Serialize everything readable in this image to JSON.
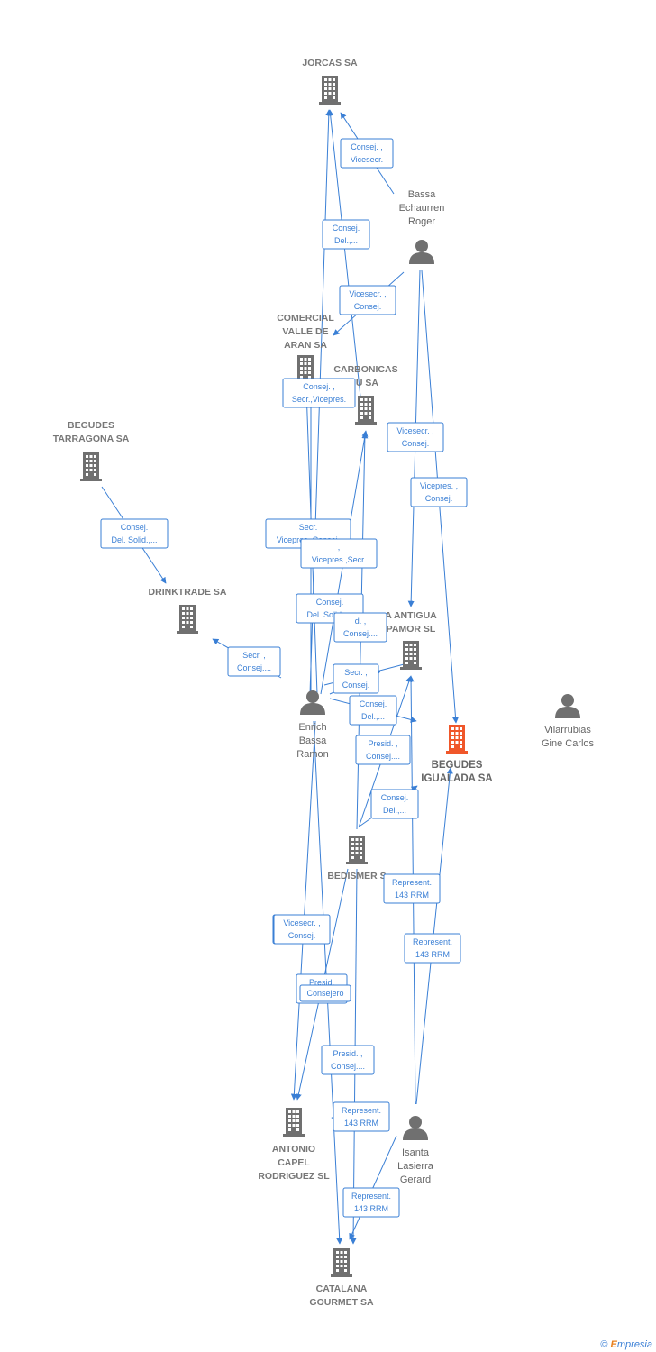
{
  "colors": {
    "company": "#707070",
    "main_company": "#f0572a",
    "person": "#707070",
    "edge": "#3a7fd5",
    "label": "#666666"
  },
  "nodes": [
    {
      "id": "jorcas",
      "type": "company",
      "label": [
        "JORCAS SA"
      ],
      "icon": "building-icon"
    },
    {
      "id": "comercial",
      "type": "company",
      "label": [
        "COMERCIAL",
        "VALLE DE",
        "ARAN SA"
      ],
      "icon": "building-icon"
    },
    {
      "id": "carbonicas",
      "type": "company",
      "label": [
        "CARBONICAS",
        "IU SA"
      ],
      "icon": "building-icon"
    },
    {
      "id": "tarragona",
      "type": "company",
      "label": [
        "BEGUDES",
        "TARRAGONA SA"
      ],
      "icon": "building-icon"
    },
    {
      "id": "drinktrade",
      "type": "company",
      "label": [
        "DRINKTRADE SA"
      ],
      "icon": "building-icon"
    },
    {
      "id": "antigua",
      "type": "company",
      "label": [
        "A ANTIGUA",
        "PAMOR SL"
      ],
      "icon": "building-icon"
    },
    {
      "id": "igualada",
      "type": "main-company",
      "label": [
        "BEGUDES",
        "IGUALADA SA"
      ],
      "icon": "building-icon"
    },
    {
      "id": "bedismer",
      "type": "company",
      "label": [
        "BEDISMER S"
      ],
      "icon": "building-icon"
    },
    {
      "id": "antonio",
      "type": "company",
      "label": [
        "ANTONIO",
        "CAPEL",
        "RODRIGUEZ SL"
      ],
      "icon": "building-icon"
    },
    {
      "id": "catalana",
      "type": "company",
      "label": [
        "CATALANA",
        "GOURMET SA"
      ],
      "icon": "building-icon"
    },
    {
      "id": "bassa",
      "type": "person",
      "label": [
        "Bassa",
        "Echaurren",
        "Roger"
      ],
      "icon": "person-icon"
    },
    {
      "id": "enrich",
      "type": "person",
      "label": [
        "Enrich",
        "Bassa",
        "Ramon"
      ],
      "icon": "person-icon"
    },
    {
      "id": "vilarrubias",
      "type": "person",
      "label": [
        "Vilarrubias",
        "Gine Carlos"
      ],
      "icon": "person-icon"
    },
    {
      "id": "isanta",
      "type": "person",
      "label": [
        "Isanta",
        "Lasierra",
        "Gerard"
      ],
      "icon": "person-icon"
    }
  ],
  "edges": [
    {
      "id": "e1",
      "label": [
        "Consej. ,",
        "Vicesecr."
      ]
    },
    {
      "id": "e2",
      "label": [
        "Consej.",
        "Del.,..."
      ]
    },
    {
      "id": "e3",
      "label": [
        "Vicesecr. ,",
        "Consej."
      ]
    },
    {
      "id": "e4",
      "label": [
        "Consej. ,",
        "Secr.,Vicepres."
      ]
    },
    {
      "id": "e5",
      "label": [
        "Vicesecr. ,",
        "Consej."
      ]
    },
    {
      "id": "e6",
      "label": [
        "Vicepres. ,",
        "Consej."
      ]
    },
    {
      "id": "e7",
      "label": [
        "Consej.",
        "Del. Solid.,..."
      ]
    },
    {
      "id": "e8",
      "label": [
        "Secr.",
        "Vicepres.,Consej."
      ]
    },
    {
      "id": "e9",
      "label": [
        ",",
        "Vicepres.,Secr."
      ]
    },
    {
      "id": "e10",
      "label": [
        "Consej.",
        "Del. Solid.,..."
      ]
    },
    {
      "id": "e11",
      "label": [
        "d. ,",
        "Consej...."
      ]
    },
    {
      "id": "e12",
      "label": [
        "Secr. ,",
        "Consej...."
      ]
    },
    {
      "id": "e13",
      "label": [
        "Secr. ,",
        "Consej."
      ]
    },
    {
      "id": "e14",
      "label": [
        "Vicesecr. ,",
        "Consej."
      ]
    },
    {
      "id": "e15",
      "label": [
        "Consej.",
        "Del.,..."
      ]
    },
    {
      "id": "e16",
      "label": [
        "Presid. ,",
        "Consej...."
      ]
    },
    {
      "id": "e17",
      "label": [
        "Consej.",
        "Del.,..."
      ]
    },
    {
      "id": "e18",
      "label": [
        "Represent.",
        "143 RRM"
      ]
    },
    {
      "id": "e19",
      "label": [
        "Represent.",
        "143 RRM"
      ]
    },
    {
      "id": "e20",
      "label": [
        "Vicesecr. ,",
        "Consej."
      ]
    },
    {
      "id": "e21",
      "label": [
        "Presid.",
        ""
      ]
    },
    {
      "id": "e22",
      "label": [
        "Consejero"
      ]
    },
    {
      "id": "e23",
      "label": [
        "Presid. ,",
        "Consej...."
      ]
    },
    {
      "id": "e24",
      "label": [
        "Represent.",
        "143 RRM"
      ]
    },
    {
      "id": "e25",
      "label": [
        "Represent.",
        "143 RRM"
      ]
    }
  ],
  "footer": {
    "copyright": "©",
    "brand_initial": "E",
    "brand_rest": "mpresia"
  }
}
